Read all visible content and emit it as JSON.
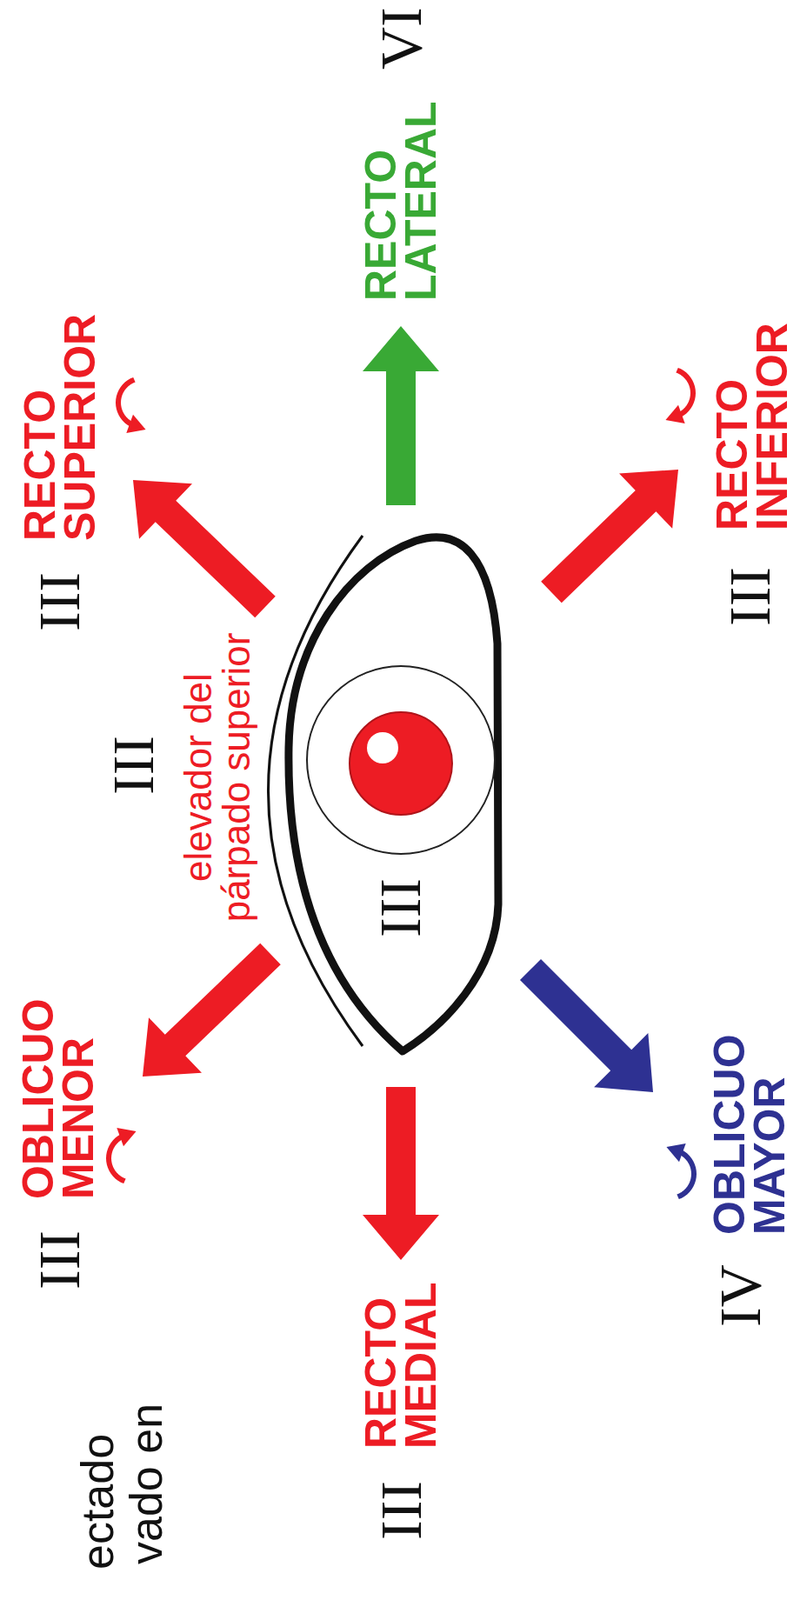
{
  "diagram": {
    "labels": [
      "VI",
      "RECTO LATERAL",
      "RECTO SUPERIOR",
      "III",
      "RECTO INFERIOR",
      "III",
      "III",
      "elevador del párpado superior",
      "III",
      "OBLICUO MENOR",
      "III",
      "OBLICUO MAYOR",
      "IV",
      "RECTO MEDIAL",
      "III",
      "ectado",
      "vado en"
    ]
  }
}
